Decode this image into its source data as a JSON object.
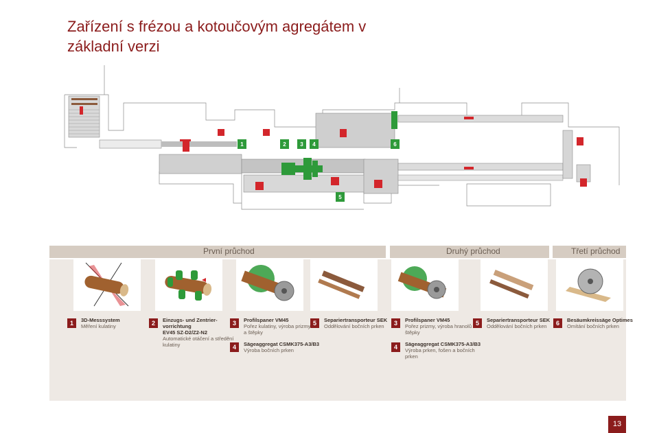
{
  "page": {
    "title_line1": "Zařízení s frézou a kotoučovým agregátem v",
    "title_line2": "základní verzi",
    "page_number": "13"
  },
  "plan": {
    "callouts": [
      "1",
      "2",
      "3",
      "4",
      "6",
      "5"
    ]
  },
  "passes": {
    "first": "První průchod",
    "second": "Druhý průchod",
    "third": "Třetí průchod"
  },
  "steps": [
    {
      "num": "1",
      "title": "3D-Messsystem",
      "desc": "Měření kulatiny"
    },
    {
      "num": "2",
      "title_a": "Einzugs- und Zentrier-",
      "title_b": "vorrichtung",
      "title_c": "EV45 SZ-D2/Z2-N2",
      "desc_a": "Automatické otáčení a středění",
      "desc_b": "kulatiny"
    },
    {
      "num": "3",
      "title": "Profilspaner VM45",
      "desc_a": "Pořez kulatiny, výroba prizmy",
      "desc_b": "a štěpky"
    },
    {
      "num": "4",
      "title": "Sägeaggregat CSMK375-A3/B3",
      "desc": "Výroba bočních prken"
    },
    {
      "num": "5",
      "title": "Separiertransporteur SEK",
      "desc": "Oddělování bočních prken"
    },
    {
      "num": "3",
      "title": "Profilspaner VM45",
      "desc_a": "Pořez prizmy, výroba hranolů a",
      "desc_b": "štěpky"
    },
    {
      "num": "4",
      "title": "Sägeaggregat CSMK375-A3/B3",
      "desc_a": "Výroba prken, fošen a bočních",
      "desc_b": "prken"
    },
    {
      "num": "5",
      "title": "Separiertransporteur SEK",
      "desc": "Oddělování bočních prken"
    },
    {
      "num": "6",
      "title": "Besäumkreissäge Optimes",
      "desc": "Omítání bočních prken"
    }
  ],
  "colors": {
    "accent": "#8b1c1c",
    "machine_green": "#2e9a3a",
    "marker_red": "#d3262b",
    "pass_bar": "#d6ccc2",
    "panel": "#eee9e4"
  }
}
